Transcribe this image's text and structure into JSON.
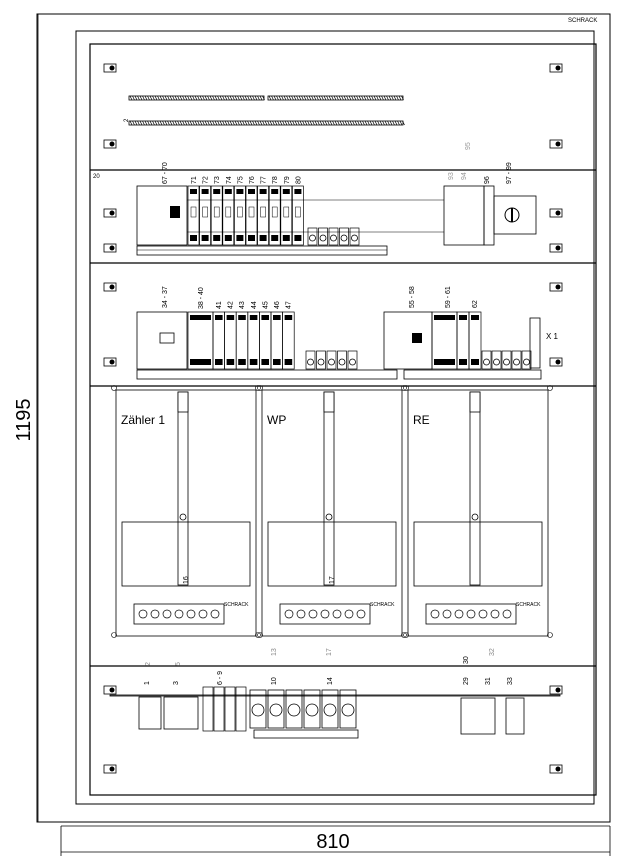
{
  "brand": "SCHRACK",
  "dimensions": {
    "width_label": "810",
    "height_label": "1195"
  },
  "meters": [
    {
      "name": "Zähler 1",
      "terminal": "16",
      "brand": "SCHRACK"
    },
    {
      "name": "WP",
      "terminal": "17",
      "brand": "SCHRACK"
    },
    {
      "name": "RE",
      "terminal": "",
      "brand": "SCHRACK"
    }
  ],
  "rows": {
    "top": {
      "marker": "2"
    },
    "row1": {
      "group_label": "67 - 70",
      "breakers": [
        "71",
        "72",
        "73",
        "74",
        "75",
        "76",
        "77",
        "78",
        "79",
        "80"
      ],
      "right_labels": [
        "93",
        "94",
        "95",
        "96",
        "97 - 99"
      ],
      "corner_note": "20"
    },
    "row2": {
      "group_label": "34 - 37",
      "breakers": [
        "38 - 40",
        "41",
        "42",
        "43",
        "44",
        "45",
        "46",
        "47"
      ],
      "right_group": [
        "55 - 58",
        "59 - 61",
        "62"
      ],
      "terminal_label": "X 1"
    },
    "bottom": {
      "labels": [
        "1",
        "2",
        "3",
        "5",
        "6 - 9",
        "10",
        "13",
        "14",
        "17",
        "29",
        "30",
        "31",
        "32",
        "33"
      ]
    }
  },
  "colors": {
    "line": "#000000",
    "background": "#ffffff"
  }
}
